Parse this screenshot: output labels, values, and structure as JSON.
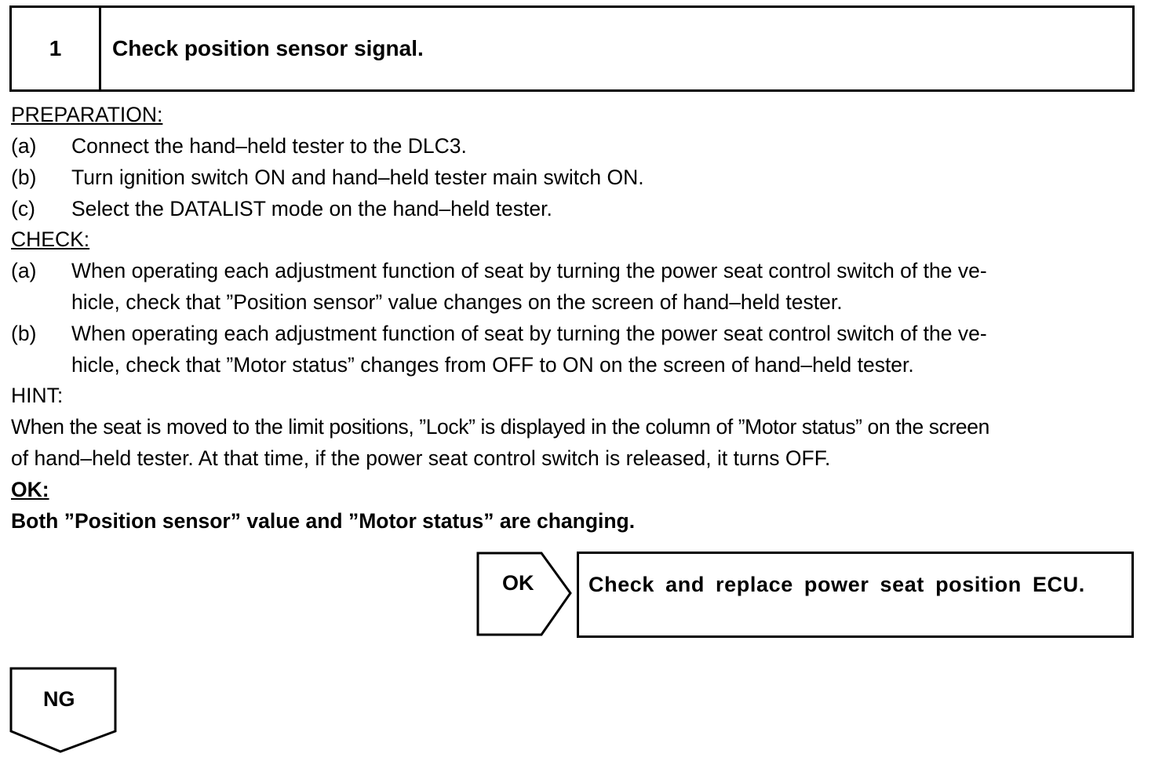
{
  "header": {
    "number": "1",
    "title": "Check position sensor signal."
  },
  "preparation": {
    "heading": "PREPARATION:",
    "items": [
      {
        "label": "(a)",
        "text": "Connect the hand–held tester to the DLC3."
      },
      {
        "label": "(b)",
        "text": "Turn ignition switch ON and hand–held tester main switch ON."
      },
      {
        "label": "(c)",
        "text": "Select the DATALIST mode on the hand–held tester."
      }
    ]
  },
  "check": {
    "heading": "CHECK:",
    "items": [
      {
        "label": "(a)",
        "line1": "When operating each adjustment function of seat by turning the power seat control switch of the ve-",
        "line2": "hicle, check that ”Position sensor” value changes on the screen of hand–held tester."
      },
      {
        "label": "(b)",
        "line1": "When operating each adjustment function of seat by turning the power seat control switch of the ve-",
        "line2": "hicle, check that ”Motor status” changes from OFF to ON on the screen of hand–held tester."
      }
    ]
  },
  "hint": {
    "heading": "HINT:",
    "line1": "When the seat is moved to the limit positions, ”Lock” is displayed in the column of ”Motor status” on the screen",
    "line2": "of hand–held tester. At that time, if the power seat control switch is released, it turns OFF."
  },
  "ok": {
    "heading": "OK:",
    "text": "Both ”Position sensor” value and ”Motor status” are changing."
  },
  "flow": {
    "ok_label": "OK",
    "ok_result": "Check and replace power seat position ECU.",
    "ng_label": "NG"
  }
}
